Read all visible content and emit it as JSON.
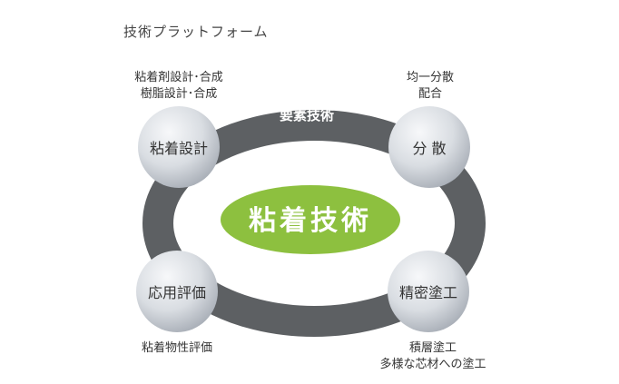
{
  "title": "技術プラットフォーム",
  "ring_label": "要素技術",
  "center": "粘着技術",
  "nodes": {
    "top_left": {
      "label": "粘着設計",
      "caption_line1": "粘着剤設計･合成",
      "caption_line2": "樹脂設計･合成"
    },
    "top_right": {
      "label": "分 散",
      "caption_line1": "均一分散",
      "caption_line2": "配合"
    },
    "bottom_left": {
      "label": "応用評価",
      "caption_line1": "粘着物性評価"
    },
    "bottom_right": {
      "label": "精密塗工",
      "caption_line1": "積層塗工",
      "caption_line2": "多様な芯材への塗工"
    }
  },
  "colors": {
    "ring": "#5d6063",
    "center": "#8dc03f",
    "node_light": "#f4f5f7",
    "node_dark": "#a6acb5"
  }
}
